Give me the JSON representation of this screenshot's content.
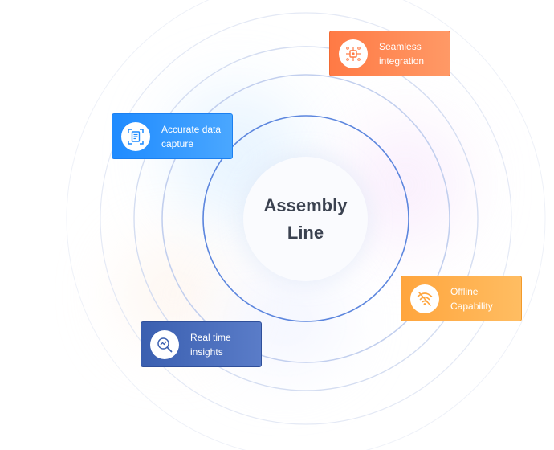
{
  "center": {
    "title_line1": "Assembly",
    "title_line2": "Line"
  },
  "features": [
    {
      "label_line1": "Seamless",
      "label_line2": "integration",
      "icon": "integration-chip-icon",
      "color": "#ff7a45"
    },
    {
      "label_line1": "Accurate data",
      "label_line2": "capture",
      "icon": "document-scan-icon",
      "color": "#1f8bff"
    },
    {
      "label_line1": "Offline",
      "label_line2": "Capability",
      "icon": "wifi-off-icon",
      "color": "#ffa53d"
    },
    {
      "label_line1": "Real time",
      "label_line2": "insights",
      "icon": "magnify-chart-icon",
      "color": "#3a5fb0"
    }
  ]
}
